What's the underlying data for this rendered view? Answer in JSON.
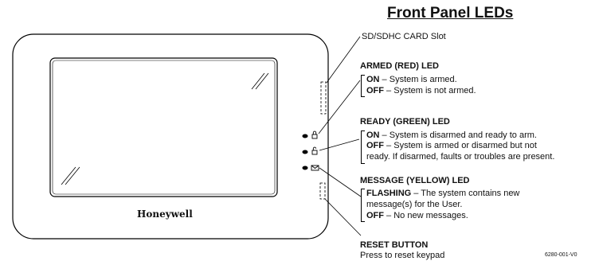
{
  "title": "Front Panel LEDs",
  "device": {
    "brand": "Honeywell"
  },
  "labels": {
    "sd_slot": "SD/SDHC CARD Slot",
    "armed": {
      "heading": "ARMED (RED) LED",
      "on_key": "ON",
      "on_text": " – System is armed.",
      "off_key": "OFF",
      "off_text": " – System is not armed."
    },
    "ready": {
      "heading": "READY (GREEN) LED",
      "on_key": "ON",
      "on_text": " – System is disarmed and ready to arm.",
      "off_key": "OFF",
      "off_text": " – System is armed or disarmed but not",
      "off_text2": "ready. If disarmed, faults or troubles are present."
    },
    "message": {
      "heading": "MESSAGE (YELLOW) LED",
      "flash_key": "FLASHING",
      "flash_text": " – The system contains new",
      "flash_text2": "message(s) for the User.",
      "off_key": "OFF",
      "off_text": " – No new messages."
    },
    "reset": {
      "heading": "RESET BUTTON",
      "text": "Press to reset keypad"
    }
  },
  "ref_code": "6280-001-V0"
}
